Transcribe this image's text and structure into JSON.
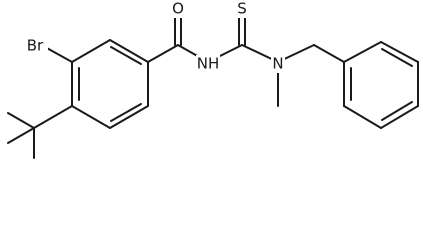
{
  "atom_labels": {
    "bromine": "Br",
    "carbonyl_oxygen": "O",
    "amide_nitrogen": "NH",
    "thione_sulfur": "S",
    "amine_nitrogen": "N"
  },
  "colors": {
    "bond": "#1a1a1a",
    "label": "#1a1a1a",
    "background": "#ffffff"
  }
}
